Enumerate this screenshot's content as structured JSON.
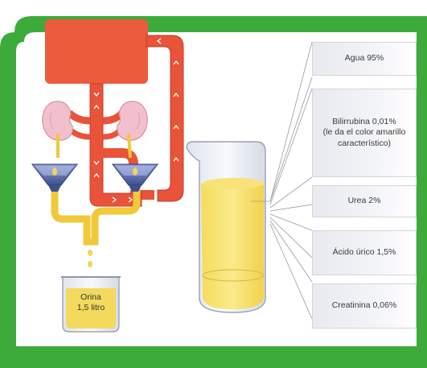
{
  "composition": [
    {
      "text": "Agua 95%"
    },
    {
      "lines": [
        "Bilirrubina 0,01%",
        "(le da el color amarillo",
        "característico)"
      ]
    },
    {
      "text": "Urea 2%"
    },
    {
      "text": "Ácido úrico 1,5%"
    },
    {
      "text": "Creatinina 0,06%"
    }
  ],
  "beaker_small": {
    "lines": [
      "Orina",
      "1,5 litro"
    ]
  },
  "colors": {
    "frame_green": "#3dab3a",
    "heart_red": "#ec5b3c",
    "urine_yellow": "#f0d65a",
    "kidney_pink": "#f2c0cc",
    "filter_blue": "#5b6fae"
  }
}
